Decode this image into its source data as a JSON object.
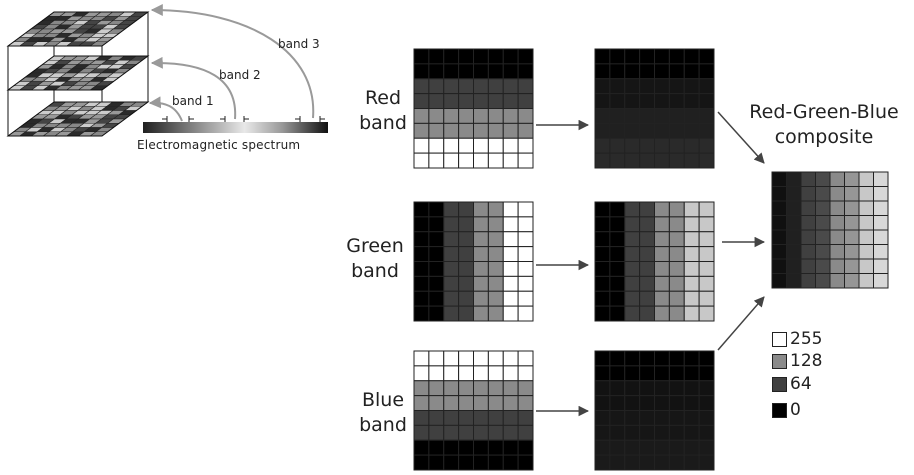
{
  "left_diagram": {
    "band_labels": [
      "band 1",
      "band 2",
      "band 3"
    ],
    "spectrum_label": "Electromagnetic spectrum"
  },
  "bands": [
    {
      "id": "red",
      "line1": "Red",
      "line2": "band"
    },
    {
      "id": "green",
      "line1": "Green",
      "line2": "band"
    },
    {
      "id": "blue",
      "line1": "Blue",
      "line2": "band"
    }
  ],
  "composite": {
    "line1": "Red-Green-Blue",
    "line2": "composite"
  },
  "legend": [
    {
      "label": "255",
      "color": "#ffffff"
    },
    {
      "label": "128",
      "color": "#8a8a8a"
    },
    {
      "label": "64",
      "color": "#404040"
    },
    {
      "label": "0",
      "color": "#000000"
    }
  ],
  "grids": {
    "red_input": [
      "0",
      "0",
      "64",
      "64",
      "128",
      "128",
      "255",
      "255"
    ],
    "green_input": [
      "0",
      "0",
      "64",
      "64",
      "128",
      "128",
      "255",
      "255"
    ],
    "blue_input": [
      "255",
      "255",
      "128",
      "128",
      "64",
      "64",
      "0",
      "0"
    ],
    "red_output": [
      "0",
      "0",
      "d1",
      "d1",
      "d2",
      "d2",
      "d3",
      "d3"
    ],
    "green_output": [
      "0",
      "0",
      "64",
      "64",
      "128",
      "128",
      "g255",
      "g255"
    ],
    "blue_output": [
      "0",
      "0",
      "b1",
      "b1",
      "b2",
      "b2",
      "b3",
      "b3"
    ]
  },
  "colors": {
    "0": "#000000",
    "64": "#404040",
    "128": "#8a8a8a",
    "255": "#ffffff",
    "d1": "#151515",
    "d2": "#202020",
    "d3": "#2a2a2a",
    "g255": "#c8c8c8",
    "b1": "#121212",
    "b2": "#161616",
    "b3": "#1a1a1a",
    "grid_line": "#222222",
    "arrow": "#444444",
    "curve": "#9a9a9a"
  }
}
